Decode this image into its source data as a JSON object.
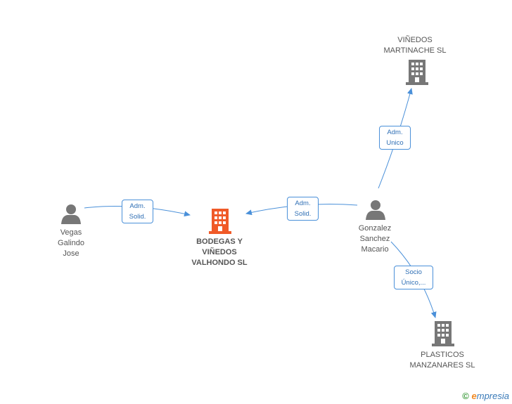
{
  "colors": {
    "edge": "#4a90d9",
    "main_company": "#f05a28",
    "company": "#777777",
    "person": "#777777"
  },
  "nodes": {
    "vegas": {
      "label": "Vegas\nGalindo\nJose",
      "type": "person"
    },
    "bodegas": {
      "label": "BODEGAS Y\nVIÑEDOS\nVALHONDO SL",
      "type": "main-company"
    },
    "gonzalez": {
      "label": "Gonzalez\nSanchez\nMacario",
      "type": "person"
    },
    "martinache": {
      "label": "VIÑEDOS\nMARTINACHE SL",
      "type": "company"
    },
    "plasticos": {
      "label": "PLASTICOS\nMANZANARES SL",
      "type": "company"
    }
  },
  "edges": {
    "vegas_bodegas": {
      "label": "Adm.\nSolid."
    },
    "gonzalez_bodegas": {
      "label": "Adm.\nSolid."
    },
    "gonzalez_martinache": {
      "label": "Adm.\nUnico"
    },
    "gonzalez_plasticos": {
      "label": "Socio\nÚnico,..."
    }
  },
  "brand": {
    "copyright": "©",
    "logo_e": "e",
    "logo_rest": "mpresia"
  }
}
